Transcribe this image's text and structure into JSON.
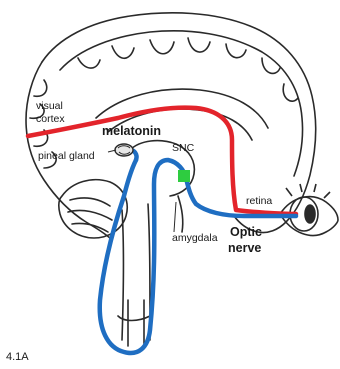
{
  "labels": {
    "visual_cortex_1": "visual",
    "visual_cortex_2": "cortex",
    "melatonin": "melatonin",
    "pineal_gland": "pineal gland",
    "snc": "SNC",
    "retina": "retina",
    "amygdala": "amygdala",
    "optic_nerve_1": "Optic",
    "optic_nerve_2": "nerve",
    "figure_number": "4.1A"
  },
  "colors": {
    "red_pathway": "#e3242b",
    "blue_pathway": "#1f6ec2",
    "snc_marker": "#2ecc40",
    "outline": "#2a2a2a"
  }
}
